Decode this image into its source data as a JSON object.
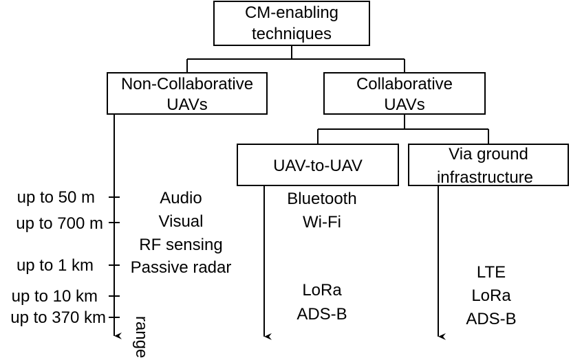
{
  "root": {
    "line1": "CM-enabling",
    "line2": "techniques"
  },
  "non_collaborative": {
    "line1": "Non-Collaborative",
    "line2": "UAVs"
  },
  "collaborative": {
    "line1": "Collaborative",
    "line2": "UAVs"
  },
  "uav_to_uav": {
    "label": "UAV-to-UAV"
  },
  "via_ground": {
    "line1": "Via ground",
    "line2": "infrastructure"
  },
  "range_axis": {
    "label": "range",
    "ticks": [
      "up to 50 m",
      "up to 700 m",
      "up to 1 km",
      "up to 10 km",
      "up to 370 km"
    ]
  },
  "non_collab_techniques": [
    "Audio",
    "Visual",
    "RF sensing",
    "Passive radar"
  ],
  "uav_to_uav_techniques": [
    "Bluetooth",
    "Wi-Fi",
    "LoRa",
    "ADS-B"
  ],
  "ground_techniques": [
    "LTE",
    "LoRa",
    "ADS-B"
  ]
}
